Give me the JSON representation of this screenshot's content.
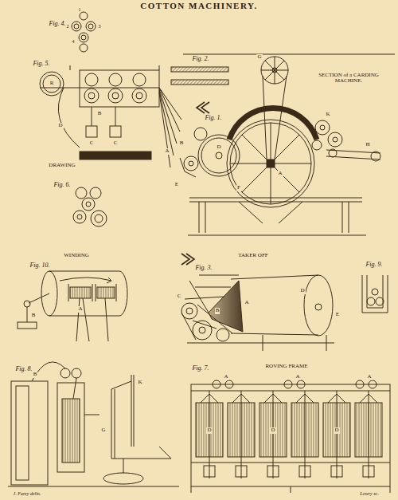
{
  "diagram": {
    "title": "COTTON MACHINERY.",
    "labels": [
      "Fig. 4.",
      "1",
      "2",
      "3",
      "4",
      "Fig. 5.",
      "R",
      "D",
      "C",
      "C",
      "B",
      "A",
      "DRAWING",
      "Fig. 6.",
      "Fig. 2.",
      "SECTION of a CARDING MACHINE.",
      "Fig. 1.",
      "G",
      "D",
      "A",
      "B",
      "E",
      "K",
      "F",
      "H",
      "Fig. 10.",
      "WINDING",
      "A",
      "B",
      "TAKER OFF",
      "Fig. 3.",
      "D",
      "E",
      "C",
      "B",
      "A",
      "Fig. 9.",
      "Fig. 8.",
      "B",
      "G",
      "K",
      "Fig. 7.",
      "ROVING FRAME",
      "A",
      "A",
      "A",
      "D",
      "D",
      "D",
      "J. Farey delin.",
      "Lowry sc."
    ]
  }
}
